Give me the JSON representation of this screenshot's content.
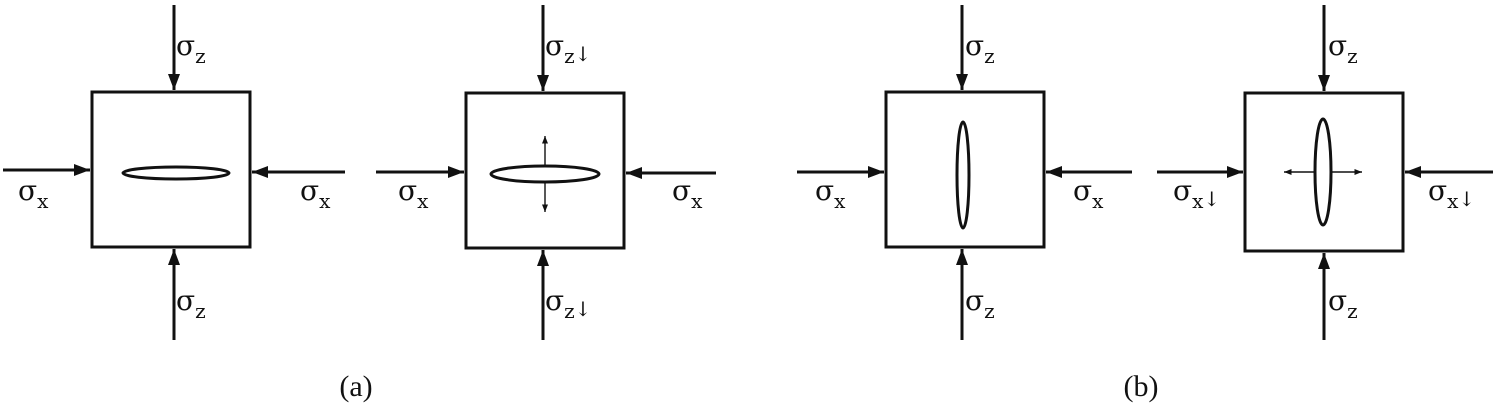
{
  "panels": [
    {
      "label": "(a)",
      "cells": [
        {
          "sigma_z_top": "σ",
          "sigma_z_top_sub": "z",
          "sigma_z_top_mark": "",
          "sigma_z_bottom": "σ",
          "sigma_z_bottom_sub": "z",
          "sigma_z_bottom_mark": "",
          "sigma_x_left": "σ",
          "sigma_x_left_sub": "x",
          "sigma_x_left_mark": "",
          "sigma_x_right": "σ",
          "sigma_x_right_sub": "x",
          "sigma_x_right_mark": "",
          "crack": "horizontal",
          "crack_growth_arrows": "none"
        },
        {
          "sigma_z_top": "σ",
          "sigma_z_top_sub": "z",
          "sigma_z_top_mark": "↓",
          "sigma_z_bottom": "σ",
          "sigma_z_bottom_sub": "z",
          "sigma_z_bottom_mark": "↓",
          "sigma_x_left": "σ",
          "sigma_x_left_sub": "x",
          "sigma_x_left_mark": "",
          "sigma_x_right": "σ",
          "sigma_x_right_sub": "x",
          "sigma_x_right_mark": "",
          "crack": "horizontal",
          "crack_growth_arrows": "vertical"
        }
      ]
    },
    {
      "label": "(b)",
      "cells": [
        {
          "sigma_z_top": "σ",
          "sigma_z_top_sub": "z",
          "sigma_z_top_mark": "",
          "sigma_z_bottom": "σ",
          "sigma_z_bottom_sub": "z",
          "sigma_z_bottom_mark": "",
          "sigma_x_left": "σ",
          "sigma_x_left_sub": "x",
          "sigma_x_left_mark": "",
          "sigma_x_right": "σ",
          "sigma_x_right_sub": "x",
          "sigma_x_right_mark": "",
          "crack": "vertical",
          "crack_growth_arrows": "none"
        },
        {
          "sigma_z_top": "σ",
          "sigma_z_top_sub": "z",
          "sigma_z_top_mark": "",
          "sigma_z_bottom": "σ",
          "sigma_z_bottom_sub": "z",
          "sigma_z_bottom_mark": "",
          "sigma_x_left": "σ",
          "sigma_x_left_sub": "x",
          "sigma_x_left_mark": "↓",
          "sigma_x_right": "σ",
          "sigma_x_right_sub": "x",
          "sigma_x_right_mark": "↓",
          "crack": "vertical",
          "crack_growth_arrows": "horizontal"
        }
      ]
    }
  ]
}
